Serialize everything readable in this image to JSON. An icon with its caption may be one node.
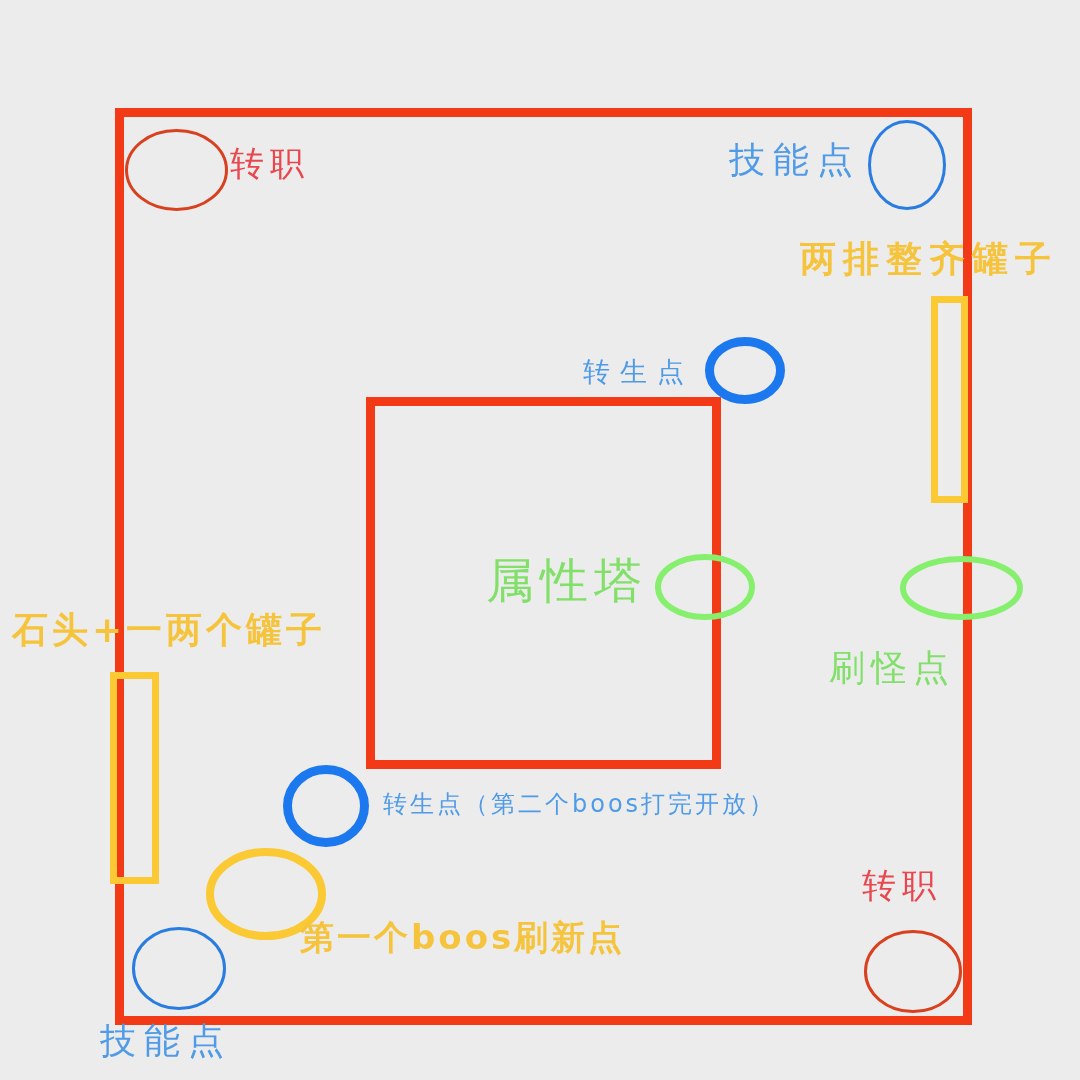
{
  "diagram": {
    "nodes": [
      {
        "text": [],
        "shape": "box"
      },
      {
        "text": [],
        "shape": "circle",
        "beside": [
          "转职"
        ],
        "in": 0
      },
      {
        "text": [],
        "shape": "circle",
        "beside": [
          "技能点"
        ],
        "in": 0
      },
      {
        "text": [],
        "shape": "bar",
        "beside": [
          "两排整齐罐子"
        ],
        "in": 0
      },
      {
        "text": [],
        "shape": "circle",
        "beside": [
          "转生点"
        ],
        "in": 0
      },
      {
        "text": [
          "属性塔"
        ],
        "in": 0
      },
      {
        "text": [],
        "shape": "circle",
        "in": 0
      },
      {
        "text": [],
        "shape": "circle",
        "beside": [
          "刷怪点"
        ]
      },
      {
        "text": [],
        "shape": "bar",
        "beside": [
          "石头+一两个罐子"
        ]
      },
      {
        "text": [],
        "shape": "circle",
        "beside": [
          "转生点（第二个boos打完开放）"
        ],
        "in": 0
      },
      {
        "text": [],
        "shape": "circle",
        "beside": [
          "第一个boos刷新点"
        ],
        "in": 0
      },
      {
        "text": [],
        "shape": "circle",
        "beside": [
          "技能点"
        ],
        "in": 0
      },
      {
        "text": [],
        "shape": "circle",
        "beside": [
          "转职"
        ],
        "in": 0
      }
    ]
  }
}
